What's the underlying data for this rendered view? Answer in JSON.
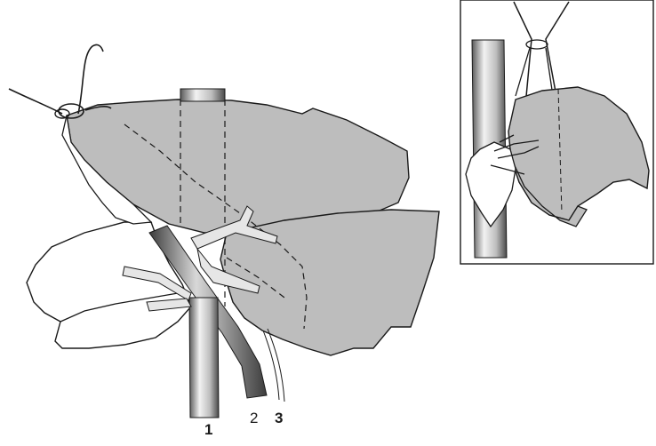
{
  "labels": {
    "vessel_1": "1",
    "vessel_2": "2",
    "vessel_3": "3"
  },
  "colors": {
    "lobe_fill": "#bdbdbd",
    "outline": "#1a1a1a",
    "background": "#ffffff"
  },
  "icons": {
    "main_figure": "lung-lobes-with-hilar-vessels",
    "inset": "lobe-suspended-by-ligature"
  }
}
